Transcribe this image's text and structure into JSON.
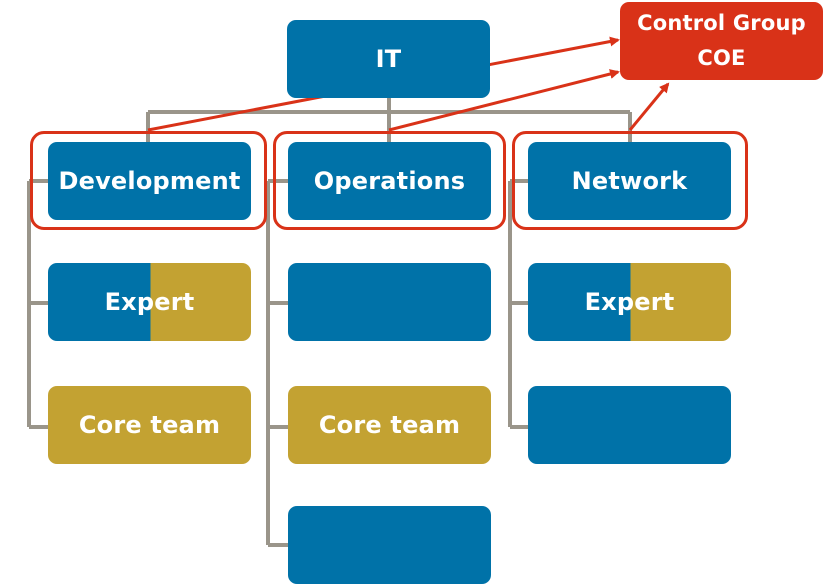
{
  "diagram": {
    "root": {
      "label": "IT"
    },
    "control_group": {
      "line1": "Control Group",
      "line2": "COE"
    },
    "departments": [
      {
        "label": "Development",
        "children": [
          "Expert",
          "Core team"
        ]
      },
      {
        "label": "Operations",
        "children": [
          "",
          "Core team",
          ""
        ]
      },
      {
        "label": "Network",
        "children": [
          "Expert",
          ""
        ]
      }
    ]
  },
  "colors": {
    "node_blue": "#0072a8",
    "node_gold": "#c3a232",
    "highlight_red": "#d93218",
    "connector_gray": "#9a958a"
  }
}
